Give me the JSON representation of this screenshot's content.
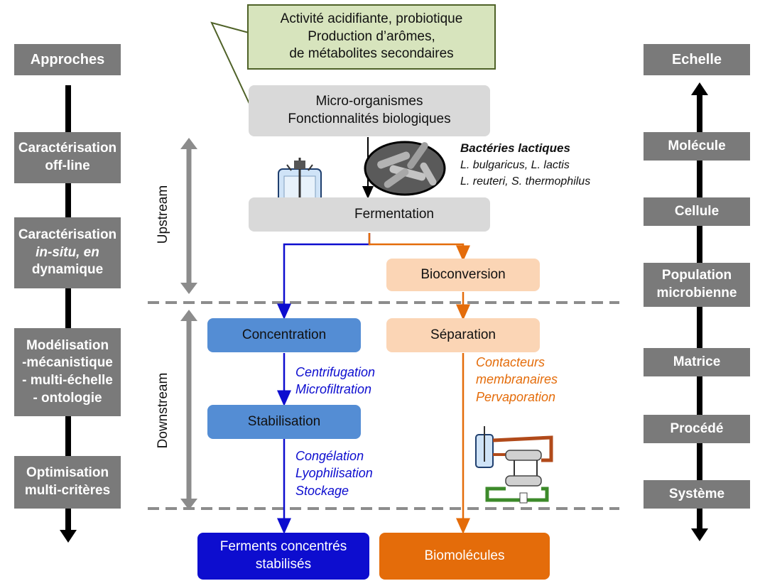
{
  "left_header": "Approches",
  "right_header": "Echelle",
  "approaches": [
    {
      "lines": [
        "Caractérisation",
        "off-line"
      ]
    },
    {
      "lines": [
        "Caractérisation",
        "in-situ, en",
        "dynamique"
      ]
    },
    {
      "lines": [
        "Modélisation",
        "-mécanistique",
        "- multi-échelle",
        "- ontologie"
      ]
    },
    {
      "lines": [
        "Optimisation",
        "multi-critères"
      ]
    }
  ],
  "scales": [
    "Molécule",
    "Cellule",
    "Population microbienne",
    "Matrice",
    "Procédé",
    "Système"
  ],
  "green_box": {
    "lines": [
      "Activité acidifiante, probiotique",
      "Production d’arômes,",
      "de métabolites secondaires"
    ]
  },
  "micro_box": {
    "lines": [
      "Micro-organismes",
      "Fonctionnalités biologiques"
    ]
  },
  "bacteria": {
    "title": "Bactéries lactiques",
    "lines": [
      "L. bulgaricus, L. lactis",
      "L. reuteri, S. thermophilus"
    ]
  },
  "fermentation": "Fermentation",
  "bioconversion": "Bioconversion",
  "concentration": "Concentration",
  "separation": "Séparation",
  "stabilisation": "Stabilisation",
  "concentration_methods": [
    "Centrifugation",
    "Microfiltration"
  ],
  "separation_methods": [
    "Contacteurs",
    "membranaires",
    "Pervaporation"
  ],
  "stabilisation_methods": [
    "Congélation",
    "Lyophilisation",
    "Stockage"
  ],
  "final_left": {
    "lines": [
      "Ferments concentrés",
      "stabilisés"
    ]
  },
  "final_right": "Biomolécules",
  "upstream": "Upstream",
  "downstream": "Downstream",
  "colors": {
    "grey_box": "#7a7a7a",
    "blue_path": "#0d0dcf",
    "orange_path": "#e46c0a",
    "light_grey": "#d9d9d9",
    "peach": "#fbd5b5",
    "mid_blue": "#548dd4",
    "green_fill": "#d7e4bd"
  }
}
